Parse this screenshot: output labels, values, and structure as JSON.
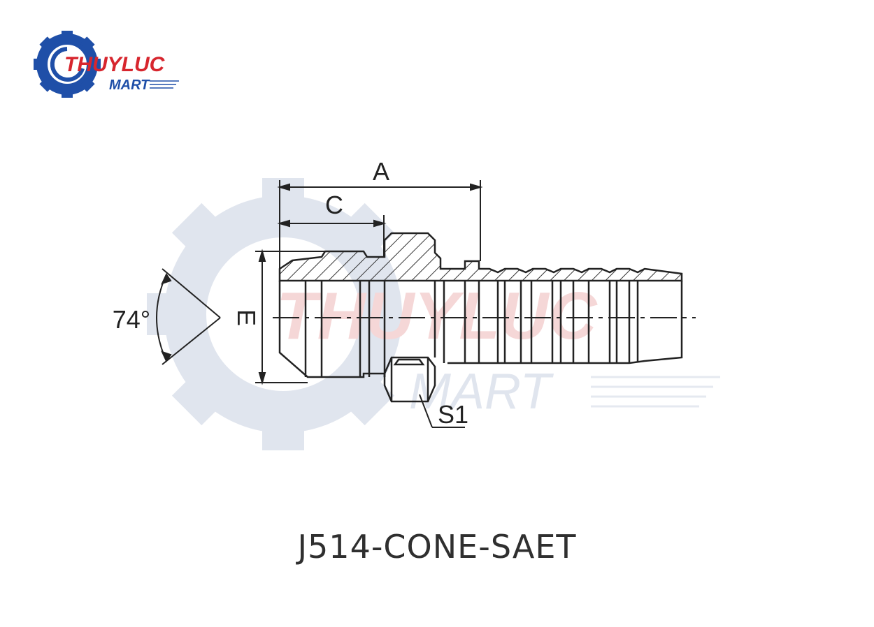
{
  "logo": {
    "brand_line1": "THUYLUC",
    "brand_line2": "MART"
  },
  "watermark": {
    "line1": "THUYLUC",
    "line2": "MART"
  },
  "drawing": {
    "labels": {
      "dim_a": "A",
      "dim_c": "C",
      "dim_e": "E",
      "angle": "74°",
      "wrench": "S1"
    }
  },
  "caption": "J514-CONE-SAET",
  "colors": {
    "brand_blue": "#1f4fa8",
    "brand_red": "#d7262e",
    "line": "#222222",
    "watermark_red": "#f2c9c9",
    "watermark_gray": "#dde2ec"
  }
}
